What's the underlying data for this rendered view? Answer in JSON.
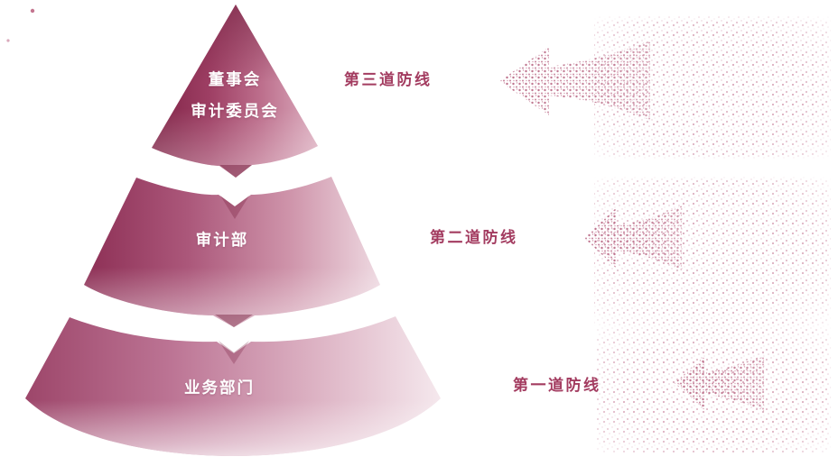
{
  "diagram": {
    "type": "three-lines-of-defense-pyramid",
    "tiers": [
      {
        "position": "top",
        "labels": [
          "董事会",
          "审计委员会"
        ],
        "defense_line": "第三道防线"
      },
      {
        "position": "middle",
        "labels": [
          "审计部"
        ],
        "defense_line": "第二道防线"
      },
      {
        "position": "bottom",
        "labels": [
          "业务部门"
        ],
        "defense_line": "第一道防线"
      }
    ]
  },
  "icons": [
    {
      "name": "left-arrow-icon",
      "direction": "left"
    },
    {
      "name": "left-arrow-icon",
      "direction": "left"
    },
    {
      "name": "left-arrow-icon",
      "direction": "left"
    }
  ],
  "colors": {
    "pyramid_dark": "#7f2346",
    "pyramid_mid": "#b46282",
    "pyramid_light": "#eed9e1",
    "stipple": "#d9a8ba",
    "defense_label_text": "#a33c60",
    "tier_label_text": "#ffffff",
    "background": "#ffffff"
  }
}
